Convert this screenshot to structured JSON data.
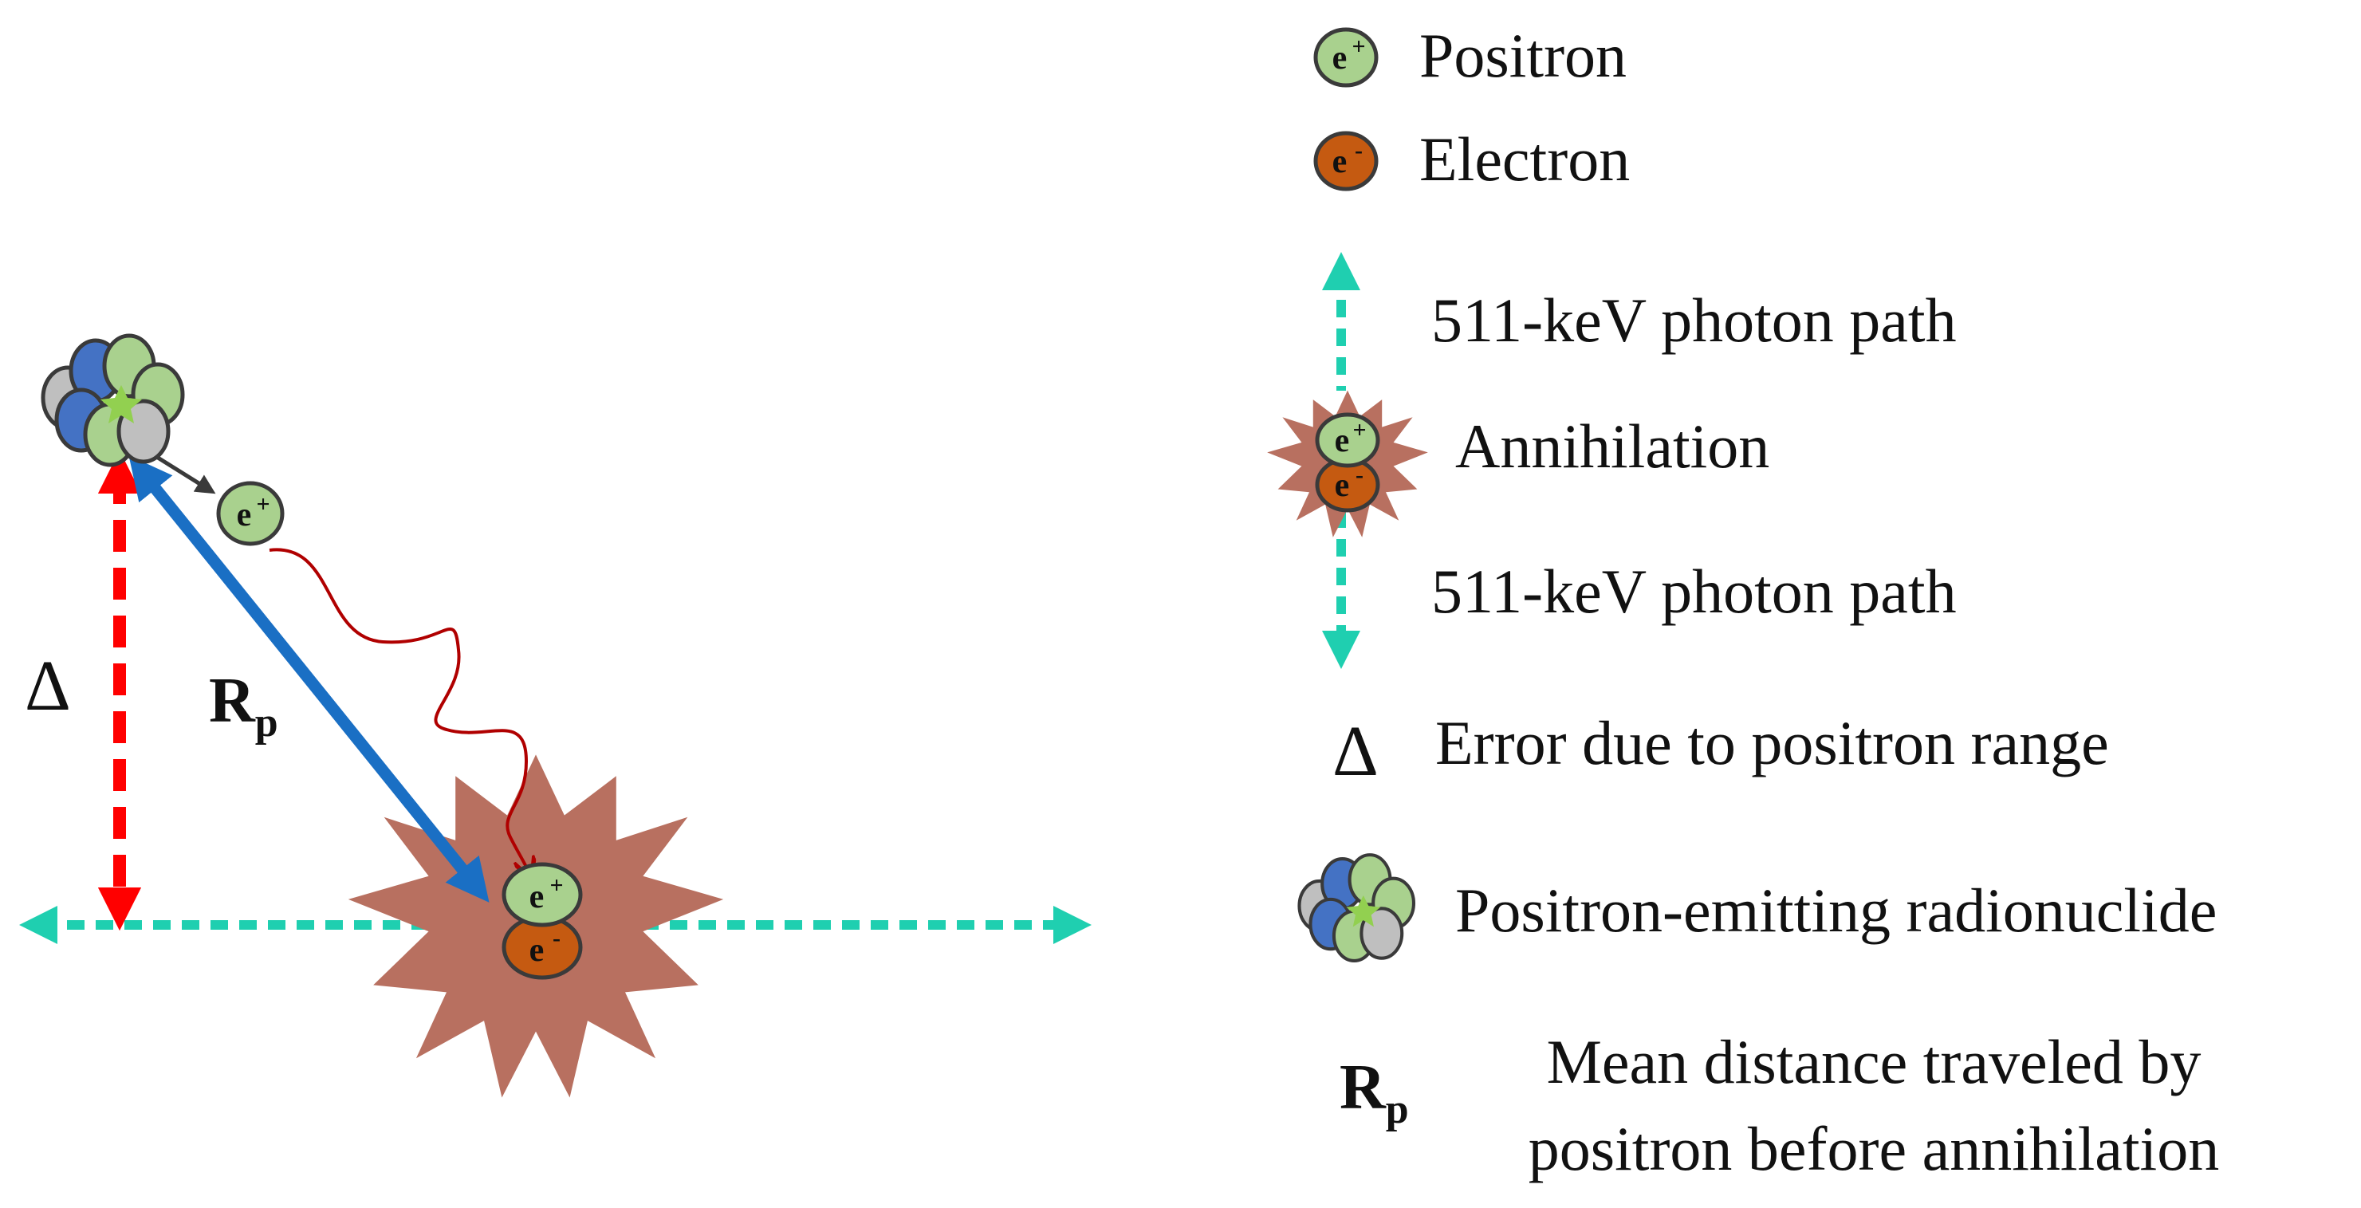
{
  "particles": {
    "positron_letter": "e",
    "positron_sign": "+",
    "electron_letter": "e",
    "electron_sign": "-"
  },
  "symbols": {
    "delta": "Δ",
    "rp_main": "R",
    "rp_sub": "p"
  },
  "legend": {
    "positron": "Positron",
    "electron": "Electron",
    "photon_path_top": "511-keV photon path",
    "annihilation": "Annihilation",
    "photon_path_bottom": "511-keV photon path",
    "delta_desc": "Error due to positron range",
    "radionuclide": "Positron-emitting radionuclide",
    "rp_desc_line1": "Mean distance traveled by",
    "rp_desc_line2": "positron before annihilation"
  },
  "colors": {
    "positron_fill": "#a9d18e",
    "electron_fill": "#c55a11",
    "particle_stroke": "#3a3a3a",
    "photon_path": "#1fcfb0",
    "delta_arrow": "#ff0000",
    "rp_arrow": "#1a6fc4",
    "wavy_path": "#b00000",
    "burst": "#b87060",
    "nucleus_green": "#a9d18e",
    "nucleus_blue": "#4472c4",
    "nucleus_grey": "#bfbfbf",
    "nucleus_core": "#92d050"
  }
}
